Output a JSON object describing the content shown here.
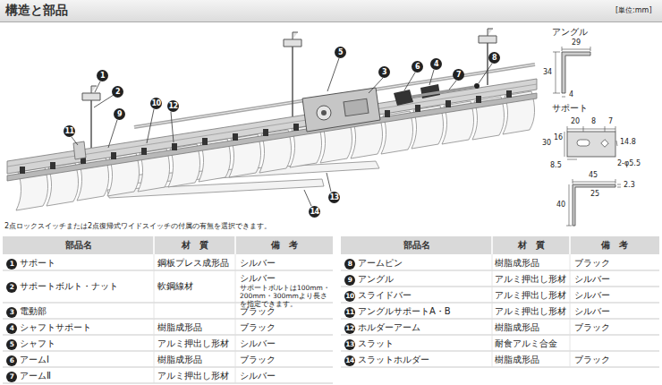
{
  "diagram": {
    "title": "構造と部品",
    "labels": [
      "[単位:mm]",
      "1",
      "2",
      "9",
      "11",
      "10",
      "12",
      "5",
      "3",
      "6",
      "4",
      "7",
      "8",
      "13",
      "14",
      "アングル",
      "29",
      "34",
      "4",
      "サポート",
      "20",
      "8",
      "7",
      "30",
      "16",
      "14.8",
      "8.5",
      "2-φ5.5",
      "45",
      "25",
      "40",
      "2.3",
      "2点ロックスイッチまたは2点復帰式ワイドスイッチの付属の有無を選択できます。",
      "部品名",
      "材　質",
      "備　考",
      "1",
      "サポート",
      "鋼板プレス成形品",
      "シルバー",
      "2",
      "サポートボルト・ナット",
      "軟鋼線材",
      "シルバー",
      "サポートボルトは100mm・200mm・300mmより長さを指定できます。",
      "3",
      "電動部",
      "ブラック",
      "4",
      "シャフトサポート",
      "樹脂成形品",
      "ブラック",
      "5",
      "シャフト",
      "アルミ押出し形材",
      "シルバー",
      "6",
      "アームⅠ",
      "樹脂成形品",
      "ブラック",
      "7",
      "アームⅡ",
      "アルミ押出し形材",
      "シルバー",
      "部品名",
      "材　質",
      "備　考",
      "8",
      "アームピン",
      "樹脂成形品",
      "ブラック",
      "9",
      "アングル",
      "アルミ押出し形材",
      "シルバー",
      "10",
      "スライドバー",
      "アルミ押出し形材",
      "シルバー",
      "11",
      "アングルサポートA・B",
      "アルミ押出し形材",
      "シルバー",
      "12",
      "ホルダーアーム",
      "樹脂成形品",
      "ブラック",
      "13",
      "スラット",
      "耐食アルミ合金",
      "14",
      "スラットホルダー",
      "樹脂成形品",
      "ブラック"
    ]
  }
}
